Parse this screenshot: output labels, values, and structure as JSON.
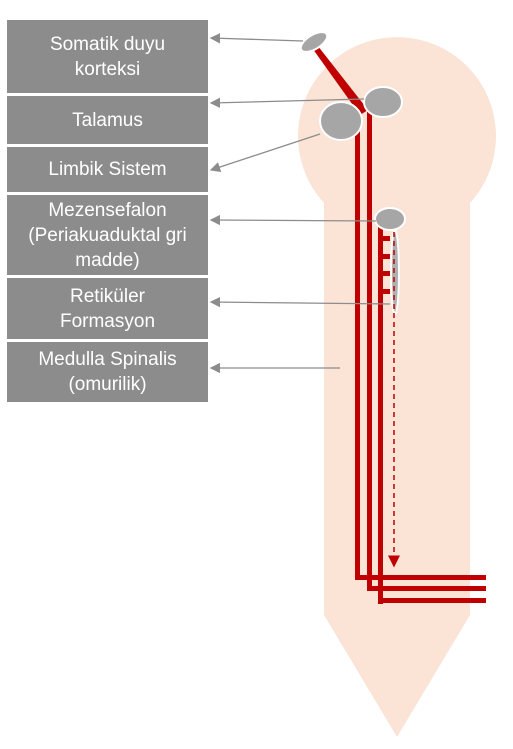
{
  "labels": {
    "somatic_cortex": [
      "Somatik duyu",
      "korteksi"
    ],
    "thalamus": [
      "Talamus"
    ],
    "limbic_system": [
      "Limbik Sistem"
    ],
    "mesencephalon": [
      "Mezensefalon",
      "(Periakuaduktal gri",
      "madde)"
    ],
    "reticular_formation": [
      "Retiküler",
      "Formasyon"
    ],
    "spinal_cord": [
      "Medulla Spinalis",
      "(omurilik)"
    ]
  },
  "colors": {
    "label_background": "#8c8c8c",
    "label_text": "#ffffff",
    "body_fill": "#fbe3d6",
    "pathway": "#c00000",
    "nucleus": "#a6a6a6",
    "arrow": "#8c8c8c"
  }
}
